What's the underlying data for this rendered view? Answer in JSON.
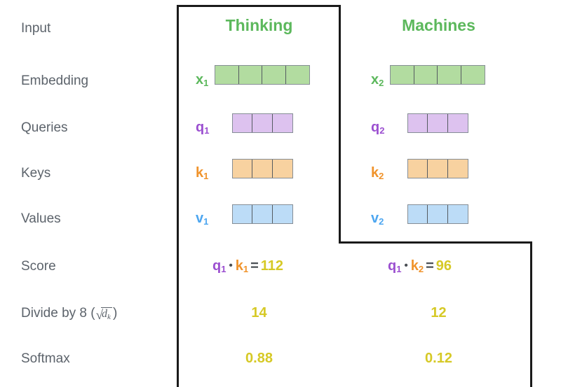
{
  "palette": {
    "label_gray": "#5c636b",
    "green": "#5cb85c",
    "green_fill": "#b2dca0",
    "purple": "#a martin",
    "purple_text": "#9b4fd0",
    "purple_fill": "#ddc2ef",
    "orange_text": "#f0932b",
    "orange_fill": "#f8d2a0",
    "blue_text": "#4da6f0",
    "blue_fill": "#bcdcf7",
    "yellow": "#d6c926",
    "dark": "#4a4f54",
    "cell_border": "#555b61",
    "outline": "#1a1a1a"
  },
  "rows": [
    {
      "label": "Input"
    },
    {
      "label": "Embedding"
    },
    {
      "label": "Queries"
    },
    {
      "label": "Keys"
    },
    {
      "label": "Values"
    },
    {
      "label": "Score"
    },
    {
      "label": "Divide by 8 (",
      "sqrt_var": "d",
      "sqrt_sub": "k",
      "label_tail": ")",
      "has_sqrt": true
    },
    {
      "label": "Softmax"
    }
  ],
  "columns": [
    {
      "header": "Thinking"
    },
    {
      "header": "Machines"
    }
  ],
  "vectors": {
    "embedding": [
      {
        "name": "x",
        "sub": "1",
        "cells": 4
      },
      {
        "name": "x",
        "sub": "2",
        "cells": 4
      }
    ],
    "queries": [
      {
        "name": "q",
        "sub": "1",
        "cells": 3
      },
      {
        "name": "q",
        "sub": "2",
        "cells": 3
      }
    ],
    "keys": [
      {
        "name": "k",
        "sub": "1",
        "cells": 3
      },
      {
        "name": "k",
        "sub": "2",
        "cells": 3
      }
    ],
    "values": [
      {
        "name": "v",
        "sub": "1",
        "cells": 3
      },
      {
        "name": "v",
        "sub": "2",
        "cells": 3
      }
    ]
  },
  "score": [
    {
      "q": "q",
      "q_sub": "1",
      "dot": "•",
      "k": "k",
      "k_sub": "1",
      "eq": "=",
      "value": "112"
    },
    {
      "q": "q",
      "q_sub": "1",
      "dot": "•",
      "k": "k",
      "k_sub": "2",
      "eq": "=",
      "value": "96"
    }
  ],
  "divide": [
    {
      "value": "14"
    },
    {
      "value": "12"
    }
  ],
  "softmax": [
    {
      "value": "0.88"
    },
    {
      "value": "0.12"
    }
  ]
}
